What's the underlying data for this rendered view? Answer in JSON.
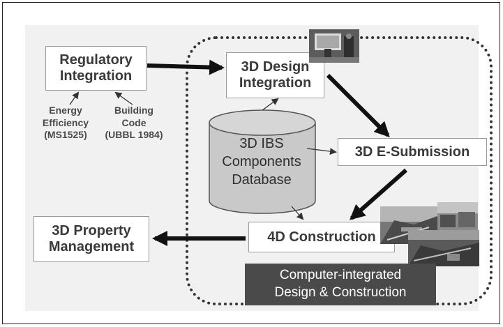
{
  "diagram": {
    "regulatory_integration": "Regulatory\nIntegration",
    "energy_efficiency": "Energy\nEfficiency\n(MS1525)",
    "building_code": "Building\nCode\n(UBBL 1984)",
    "design_integration": "3D Design\nIntegration",
    "ibs_database": "3D IBS\nComponents\nDatabase",
    "e_submission": "3D E-Submission",
    "construction_4d": "4D Construction",
    "property_management": "3D Property\nManagement",
    "caption": "Computer-integrated\nDesign & Construction"
  },
  "colors": {
    "arrow": "#111111",
    "box_border": "#9a9a9a",
    "caption_bg": "#4a4a4a",
    "cylinder_fill": "#c9c9c9"
  }
}
